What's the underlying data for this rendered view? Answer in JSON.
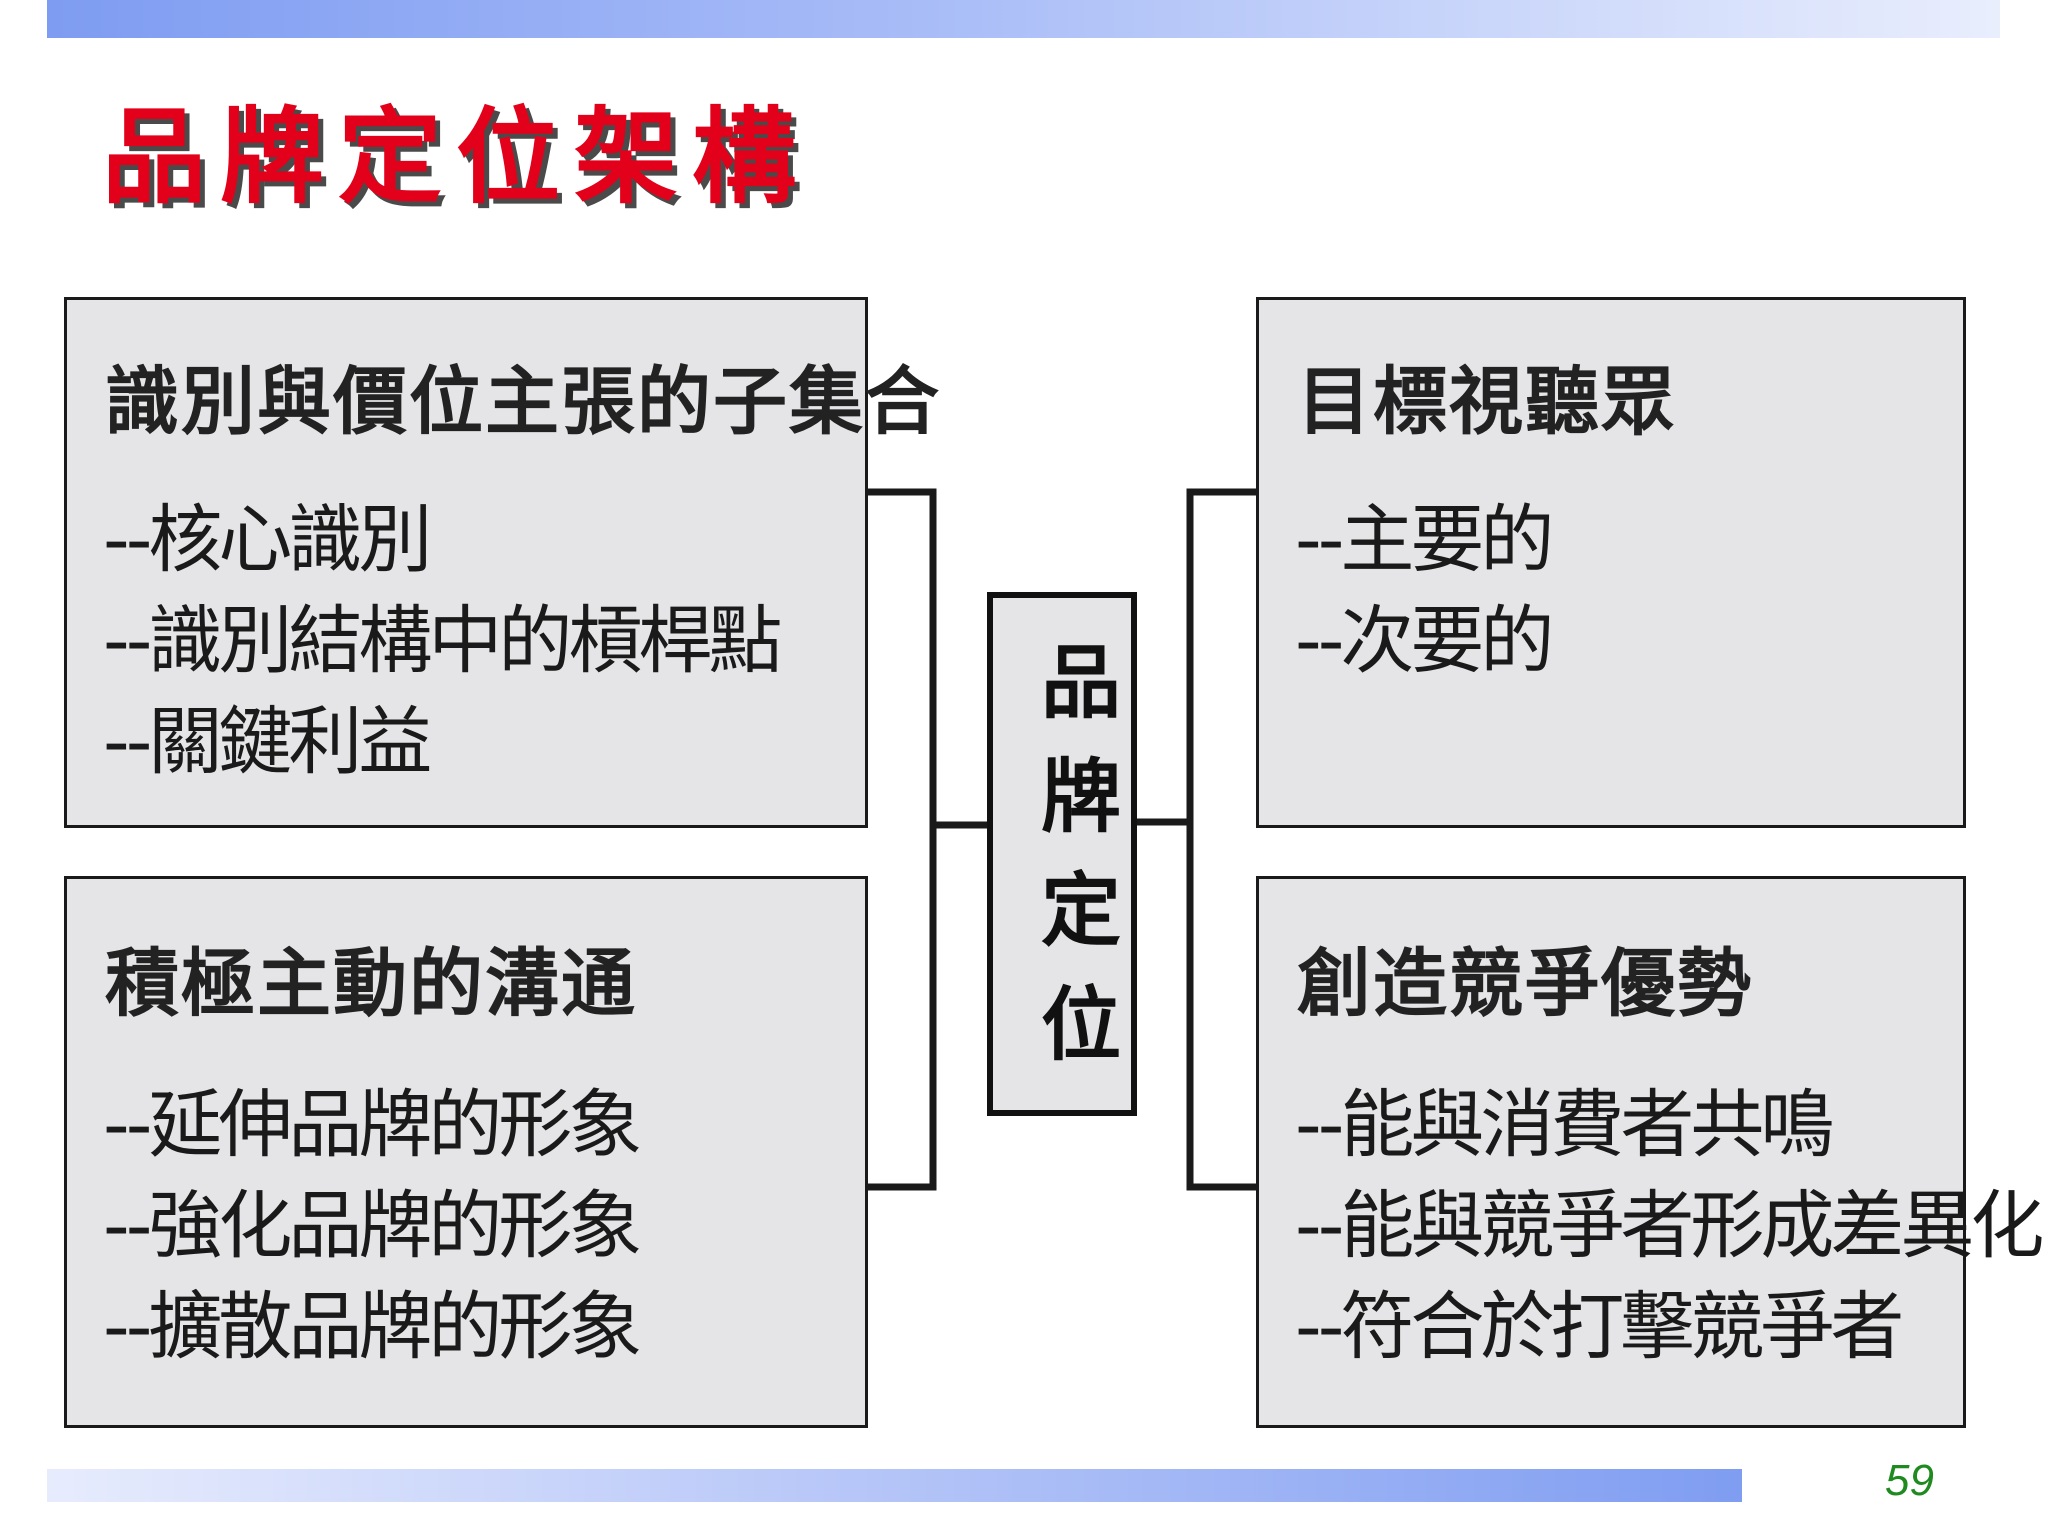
{
  "title": "品牌定位架構",
  "center": {
    "label": "品牌定位"
  },
  "boxes": {
    "top_left": {
      "heading": "識別與價位主張的子集合",
      "items": [
        "--核心識別",
        "--識別結構中的槓桿點",
        "--關鍵利益"
      ]
    },
    "bottom_left": {
      "heading": "積極主動的溝通",
      "items": [
        "--延伸品牌的形象",
        "--強化品牌的形象",
        "--擴散品牌的形象"
      ]
    },
    "top_right": {
      "heading": "目標視聽眾",
      "items": [
        "--主要的",
        "--次要的"
      ]
    },
    "bottom_right": {
      "heading": "創造競爭優勢",
      "items": [
        "--能與消費者共鳴",
        "--能與競爭者形成差異化",
        "--符合於打擊競爭者"
      ]
    }
  },
  "page_number": "59",
  "colors": {
    "title": "#e3001b",
    "box_fill": "#e5e5e8",
    "page_number": "#1f8a1f",
    "band": "#7e9cf1"
  }
}
